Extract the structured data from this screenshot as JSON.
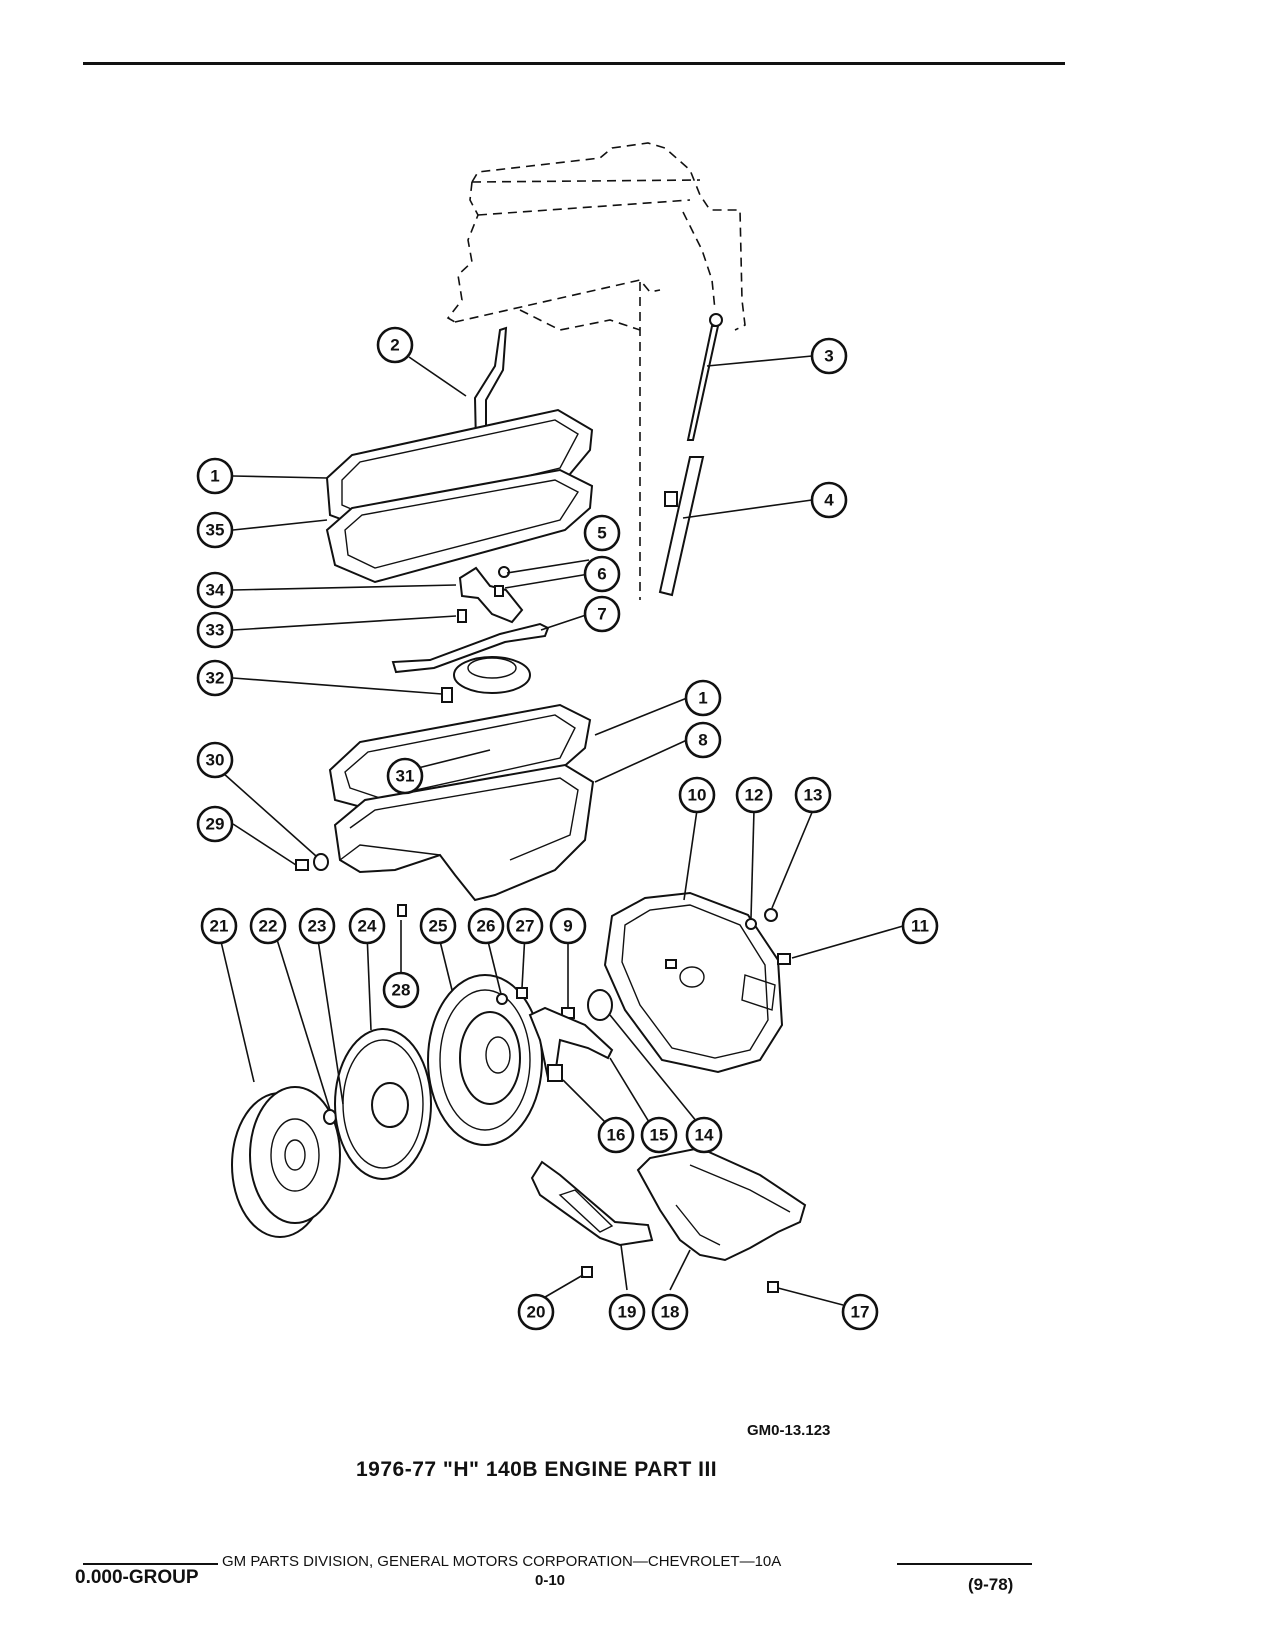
{
  "figure_code": "GM0-13.123",
  "figure_title": "1976-77 \"H\" 140B ENGINE PART III",
  "footer": {
    "publisher_line": "GM PARTS DIVISION, GENERAL MOTORS CORPORATION—CHEVROLET—10A",
    "group": "0.000-GROUP",
    "page_number": "0-10",
    "revision_date": "(9-78)"
  },
  "callouts": [
    "1",
    "2",
    "3",
    "4",
    "5",
    "6",
    "7",
    "1",
    "8",
    "10",
    "12",
    "13",
    "35",
    "34",
    "33",
    "32",
    "31",
    "30",
    "29",
    "21",
    "22",
    "23",
    "24",
    "25",
    "26",
    "27",
    "9",
    "11",
    "28",
    "16",
    "15",
    "14",
    "20",
    "19",
    "18",
    "17"
  ]
}
